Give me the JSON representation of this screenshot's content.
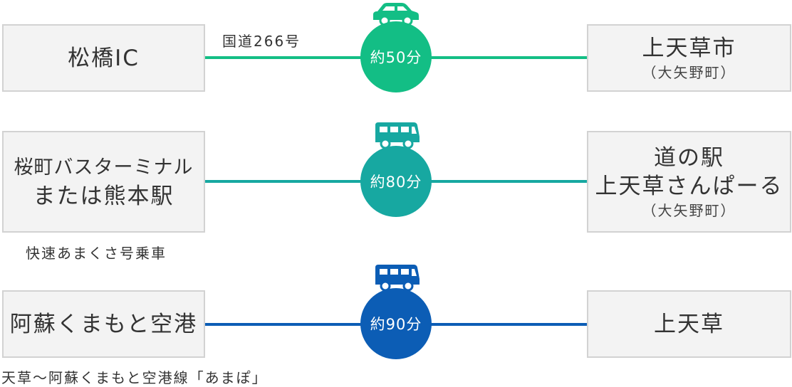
{
  "colors": {
    "car_route": "#13be85",
    "rapid_bus_route": "#17a8a1",
    "airport_bus_route": "#0c5db5",
    "box_bg": "#f3f3f3",
    "box_border": "#d2d2d2",
    "text": "#333333"
  },
  "routes": [
    {
      "mode_icon": "car-icon",
      "origin": {
        "name": "松橋IC"
      },
      "line_label": "国道266号",
      "duration": "約50分",
      "destination": {
        "name": "上天草市",
        "sub": "（大矢野町）"
      }
    },
    {
      "mode_icon": "bus-icon",
      "origin": {
        "line1": "桜町バスターミナル",
        "line2": "または熊本駅"
      },
      "service_label": "快速あまくさ号乗車",
      "duration": "約80分",
      "destination": {
        "line1": "道の駅",
        "line2": "上天草さんぱーる",
        "sub": "（大矢野町）"
      }
    },
    {
      "mode_icon": "bus-icon",
      "origin": {
        "name": "阿蘇くまもと空港"
      },
      "service_label": "天草～阿蘇くまもと空港線「あまぽ」",
      "duration": "約90分",
      "destination": {
        "name": "上天草"
      }
    }
  ]
}
